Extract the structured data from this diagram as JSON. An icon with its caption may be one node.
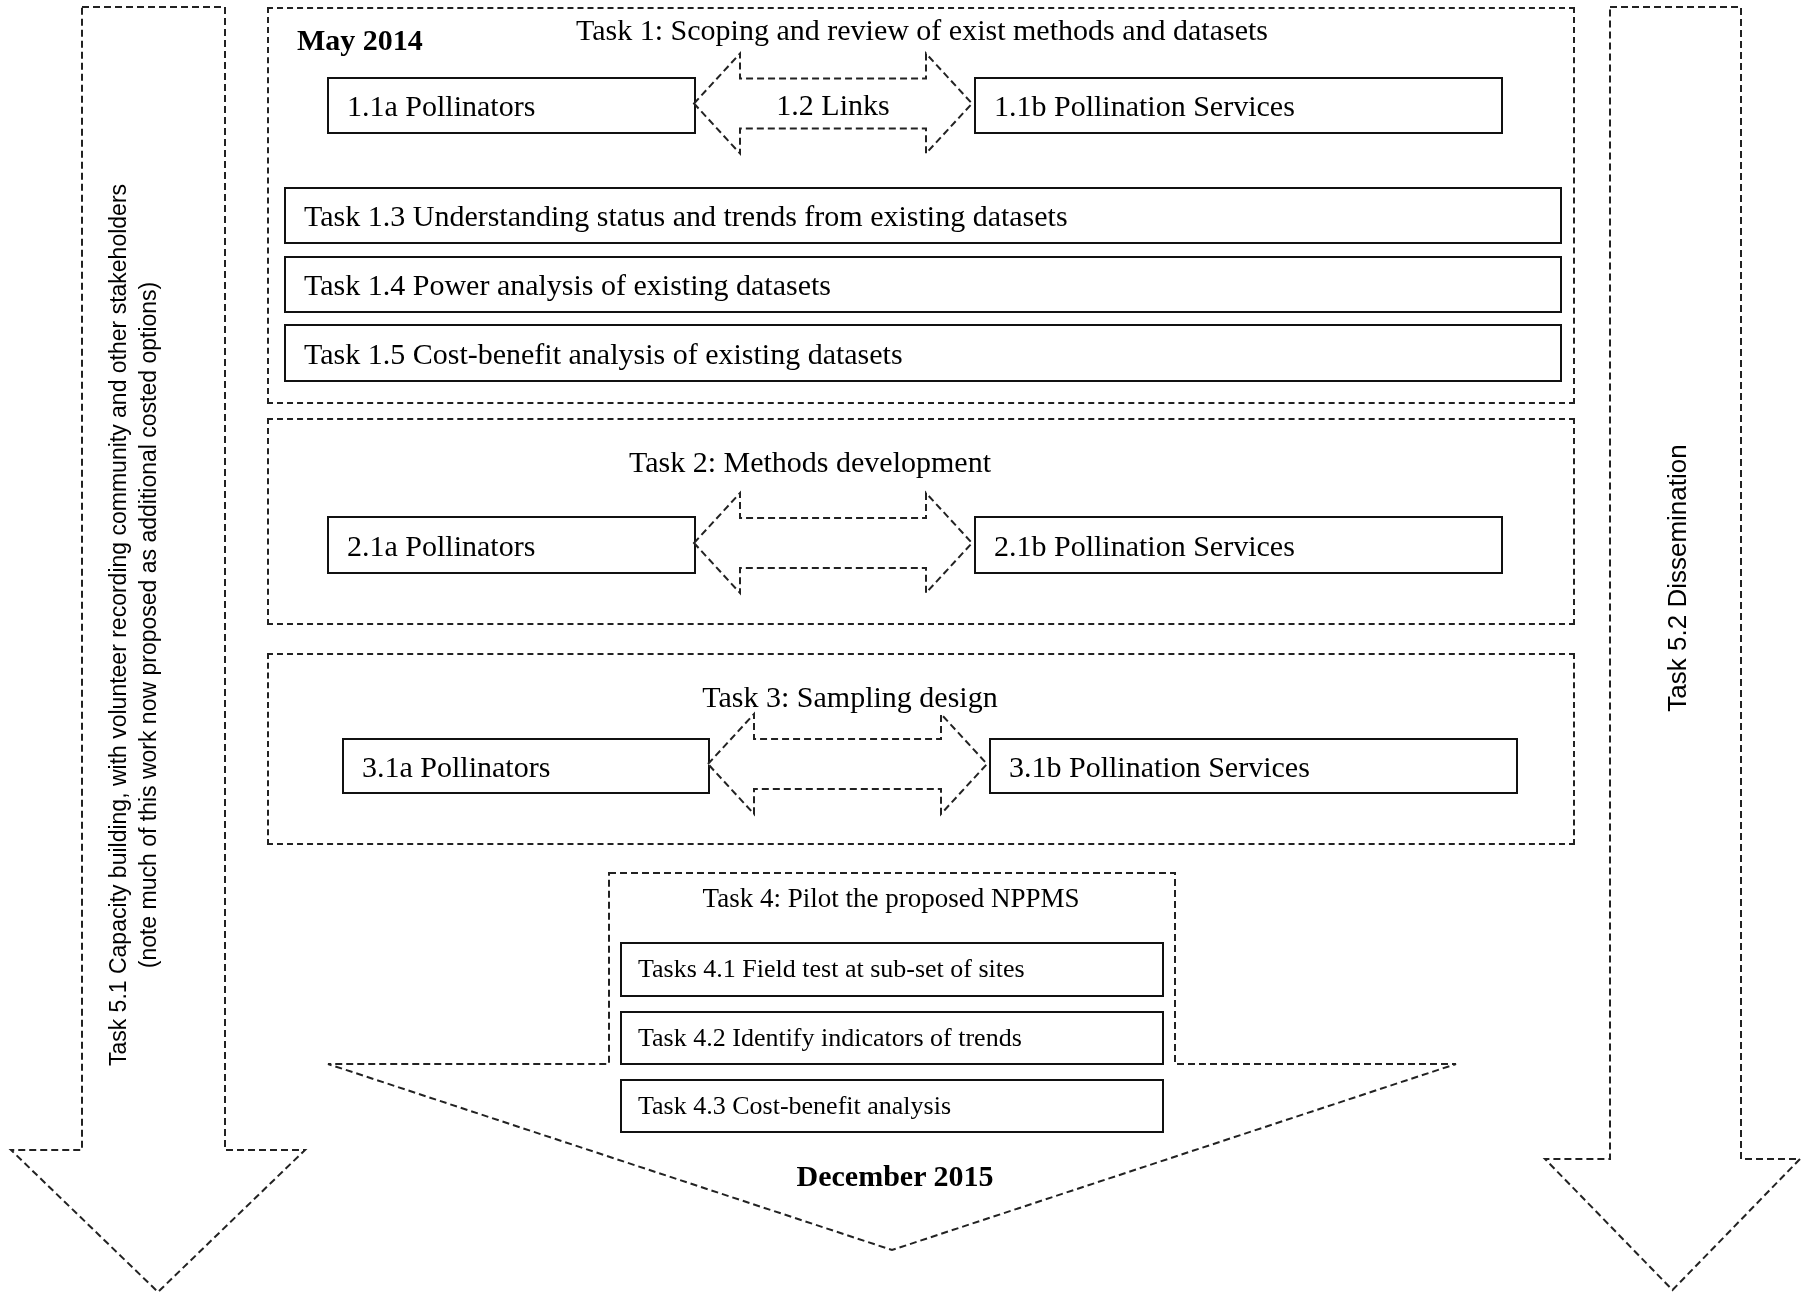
{
  "diagram": {
    "nodes": [
      {
        "text": [
          "Task 5.1 Capacity building, with volunteer recording community and other stakeholders",
          "(note much of this work now proposed as additional costed options)"
        ]
      },
      {
        "text": [
          "Task 1: Scoping and review of exist methods and datasets"
        ]
      },
      {
        "text": [
          "1.1a Pollinators"
        ],
        "in": 1
      },
      {
        "text": [
          "1.1b Pollination Services"
        ],
        "in": 1
      },
      {
        "text": [
          "Task 1.3 Understanding status and trends from existing datasets"
        ],
        "in": 1
      },
      {
        "text": [
          "Task 1.4 Power analysis of existing datasets"
        ],
        "in": 1
      },
      {
        "text": [
          "Task 1.5 Cost-benefit analysis of existing datasets"
        ],
        "in": 1
      },
      {
        "text": [
          "Task 2: Methods development"
        ]
      },
      {
        "text": [
          "2.1a Pollinators"
        ],
        "in": 7
      },
      {
        "text": [
          "2.1b Pollination Services"
        ],
        "in": 7
      },
      {
        "text": [
          "Task 3: Sampling design"
        ]
      },
      {
        "text": [
          "3.1a Pollinators"
        ],
        "in": 10
      },
      {
        "text": [
          "3.1b Pollination Services"
        ],
        "in": 10
      },
      {
        "text": [
          "Task 4: Pilot the proposed NPPMS"
        ]
      },
      {
        "text": [
          "Tasks 4.1 Field test at sub-set of sites"
        ],
        "in": 13
      },
      {
        "text": [
          "Task 4.2 Identify indicators of trends"
        ],
        "in": 13
      },
      {
        "text": [
          "Task 4.3 Cost-benefit analysis"
        ],
        "in": 13
      },
      {
        "text": [
          "Task 5.2 Dissemination"
        ]
      }
    ],
    "edges": [
      {
        "from": 2,
        "to": 3,
        "arrow": "both",
        "label": "1.2 Links",
        "style": "dashed"
      },
      {
        "from": 8,
        "to": 9,
        "arrow": "both",
        "style": "dashed"
      },
      {
        "from": 11,
        "to": 12,
        "arrow": "both",
        "style": "dashed"
      }
    ],
    "labels": [
      "May 2014",
      "December 2015"
    ]
  }
}
